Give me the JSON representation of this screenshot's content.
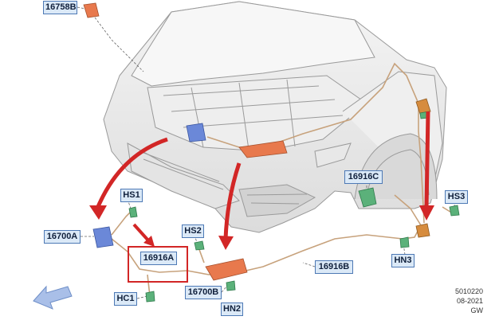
{
  "callouts": {
    "c16758B": "16758B",
    "hs1": "HS1",
    "c16700A": "16700A",
    "c16916A": "16916A",
    "hs2": "HS2",
    "hc1": "HC1",
    "c16700B": "16700B",
    "hn2": "HN2",
    "c16916C": "16916C",
    "c16916B": "16916B",
    "hn3": "HN3",
    "hs3": "HS3"
  },
  "footer": {
    "code": "5010220",
    "date": "08-2021",
    "initials": "GW"
  },
  "colors": {
    "callout_fill": "#dbe9f7",
    "callout_border": "#4d79b5",
    "highlight_red": "#d22626",
    "harness_tan": "#c7a27c",
    "connector_orange": "#e8794d",
    "connector_blue": "#6b88d8",
    "connector_green": "#5bb17a",
    "nav_arrow_blue": "#a9bfe8"
  }
}
